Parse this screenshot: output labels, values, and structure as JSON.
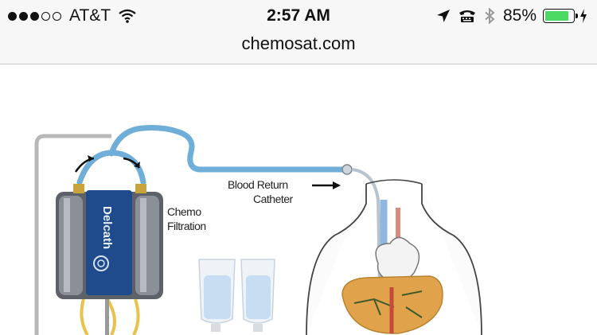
{
  "status_bar": {
    "signal_dots": [
      true,
      true,
      true,
      false,
      false
    ],
    "carrier": "AT&T",
    "time": "2:57 AM",
    "battery_percent": "85%",
    "battery_level": 0.85,
    "battery_color": "#4cd964",
    "icons": [
      "wifi-icon",
      "location-arrow-icon",
      "tty-icon",
      "bluetooth-icon",
      "battery-icon",
      "charging-bolt-icon"
    ]
  },
  "address_bar": {
    "url": "chemosat.com"
  },
  "page": {
    "diagram": {
      "labels": {
        "blood_return_line1": "Blood Return",
        "blood_return_line2": "Catheter",
        "chemo_line1": "Chemo",
        "chemo_line2": "Filtration",
        "filter_brand": "Delcath"
      },
      "colors": {
        "tubing": "#6eaed8",
        "filter_body": "#6a6f78",
        "filter_label": "#1f4b8c",
        "supply_lines": "#e8c24a",
        "liver": "#e0a24a",
        "iv_bag_fluid": "#c6ddf2"
      }
    }
  }
}
